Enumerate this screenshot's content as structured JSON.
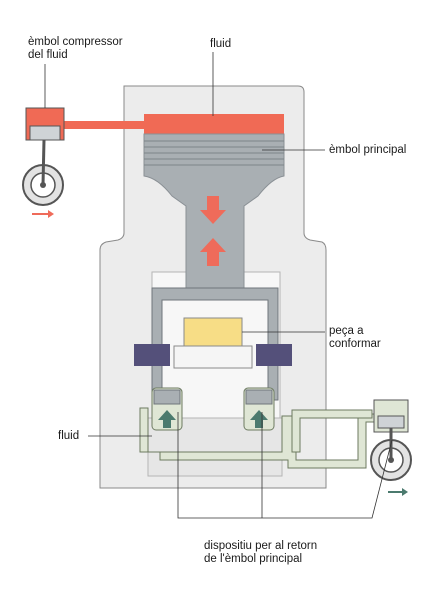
{
  "labels": {
    "compressor_piston": [
      "èmbol compressor",
      "del fluid"
    ],
    "fluid_top": "fluid",
    "main_piston": "èmbol principal",
    "workpiece": [
      "peça a",
      "conformar"
    ],
    "fluid_left": "fluid",
    "return_device": [
      "dispositiu per al retorn",
      "de l'èmbol principal"
    ]
  },
  "colors": {
    "frame": "#ececec",
    "frame_stroke": "#8a8a8a",
    "piston_gray": "#a9afb3",
    "fluid_red": "#f06a55",
    "return_fluid": "#dfe6d5",
    "return_stroke": "#6c7a60",
    "press_bar": "#54507a",
    "workpiece": "#f7dd86",
    "arrow_red": "#ef6b5a",
    "arrow_green": "#4b7a6e"
  },
  "icons": [
    "flywheel-icon",
    "up-down-arrow-icon",
    "rotation-arrow-icon"
  ]
}
